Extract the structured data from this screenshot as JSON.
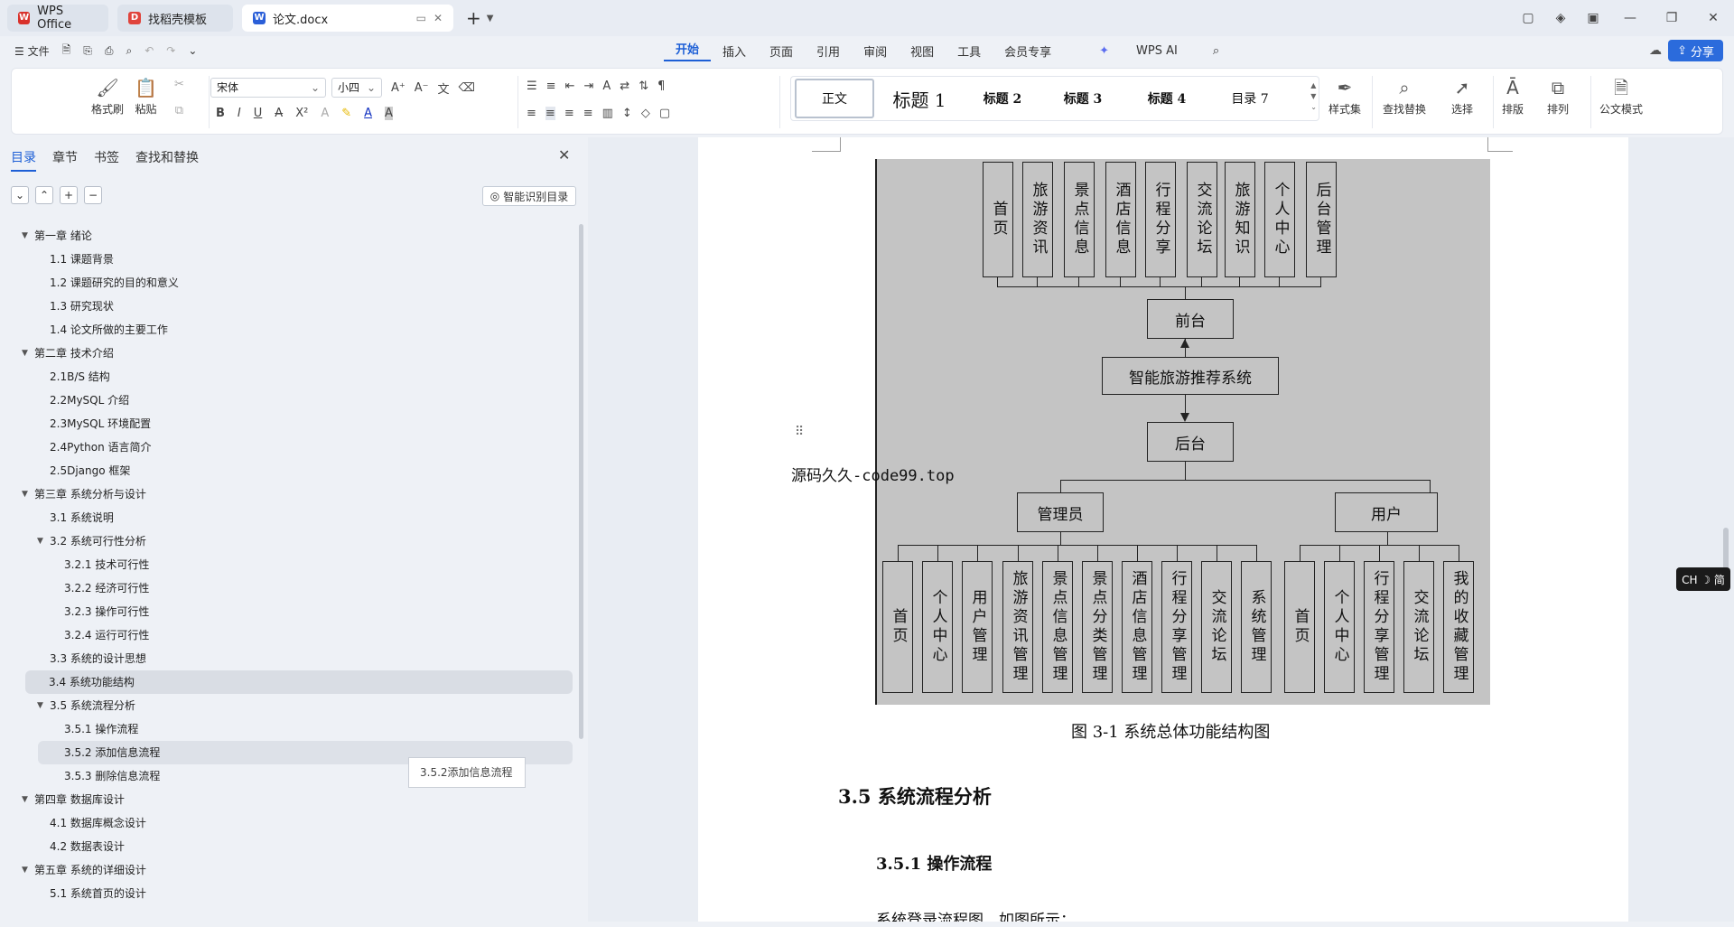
{
  "tabs": [
    {
      "label": "WPS Office",
      "icon": "wps-logo-icon",
      "color": "#d9312b"
    },
    {
      "label": "找稻壳模板",
      "icon": "docer-logo-icon",
      "color": "#e0443c"
    },
    {
      "label": "论文.docx",
      "icon": "word-doc-icon",
      "color": "#2b5fd8"
    }
  ],
  "menubar": {
    "file_label": "文件",
    "items": [
      "开始",
      "插入",
      "页面",
      "引用",
      "审阅",
      "视图",
      "工具",
      "会员专享"
    ],
    "active": "开始",
    "wps_ai": "WPS AI",
    "share": "分享"
  },
  "ribbon": {
    "format_painter": "格式刷",
    "paste": "粘贴",
    "font_name": "宋体",
    "font_size": "小四",
    "styles": [
      "正文",
      "标题 1",
      "标题 2",
      "标题 3",
      "标题 4",
      "目录 7"
    ],
    "style_set": "样式集",
    "find_replace": "查找替换",
    "select": "选择",
    "layout": "排版",
    "arrange": "排列",
    "official_mode": "公文模式"
  },
  "nav": {
    "tabs": [
      "目录",
      "章节",
      "书签",
      "查找和替换"
    ],
    "active_tab": "目录",
    "smart_toc": "智能识别目录",
    "toc": [
      {
        "level": 1,
        "text": "第一章  绪论",
        "expanded": true
      },
      {
        "level": 2,
        "text": "1.1 课题背景"
      },
      {
        "level": 2,
        "text": "1.2 课题研究的目的和意义"
      },
      {
        "level": 2,
        "text": "1.3  研究现状"
      },
      {
        "level": 2,
        "text": "1.4 论文所做的主要工作"
      },
      {
        "level": 1,
        "text": "第二章  技术介绍",
        "expanded": true
      },
      {
        "level": 2,
        "text": "2.1B/S 结构"
      },
      {
        "level": 2,
        "text": "2.2MySQL  介绍"
      },
      {
        "level": 2,
        "text": "2.3MySQL 环境配置"
      },
      {
        "level": 2,
        "text": "2.4Python 语言简介"
      },
      {
        "level": 2,
        "text": "2.5Django 框架"
      },
      {
        "level": 1,
        "text": "第三章  系统分析与设计",
        "expanded": true
      },
      {
        "level": 2,
        "text": "3.1 系统说明"
      },
      {
        "level": 2,
        "text": "3.2 系统可行性分析",
        "expanded": true
      },
      {
        "level": 3,
        "text": "3.2.1  技术可行性"
      },
      {
        "level": 3,
        "text": "3.2.2  经济可行性"
      },
      {
        "level": 3,
        "text": "3.2.3  操作可行性"
      },
      {
        "level": 3,
        "text": "3.2.4  运行可行性"
      },
      {
        "level": 2,
        "text": "3.3 系统的设计思想"
      },
      {
        "level": 2,
        "text": "3.4 系统功能结构",
        "current": true
      },
      {
        "level": 2,
        "text": "3.5 系统流程分析",
        "expanded": true
      },
      {
        "level": 3,
        "text": "3.5.1 操作流程"
      },
      {
        "level": 3,
        "text": "3.5.2 添加信息流程",
        "hover": true
      },
      {
        "level": 3,
        "text": "3.5.3 删除信息流程"
      },
      {
        "level": 1,
        "text": "第四章  数据库设计",
        "expanded": true
      },
      {
        "level": 2,
        "text": "4.1 数据库概念设计"
      },
      {
        "level": 2,
        "text": "4.2 数据表设计"
      },
      {
        "level": 1,
        "text": "第五章  系统的详细设计",
        "expanded": true
      },
      {
        "level": 2,
        "text": "5.1 系统首页的设计"
      }
    ],
    "tooltip": "3.5.2添加信息流程"
  },
  "diagram": {
    "top_row": [
      "首页",
      "旅游资讯",
      "景点信息",
      "酒店信息",
      "行程分享",
      "交流论坛",
      "旅游知识",
      "个人中心",
      "后台管理"
    ],
    "front": "前台",
    "system": "智能旅游推荐系统",
    "back": "后台",
    "admin": "管理员",
    "user": "用户",
    "admin_row": [
      "首页",
      "个人中心",
      "用户管理",
      "旅游资讯管理",
      "景点信息管理",
      "景点分类管理",
      "酒店信息管理",
      "行程分享管理",
      "交流论坛",
      "系统管理"
    ],
    "user_row": [
      "首页",
      "个人中心",
      "行程分享管理",
      "交流论坛",
      "我的收藏管理"
    ]
  },
  "doc": {
    "watermark": "源码久久-code99.top",
    "caption": "图 3-1 系统总体功能结构图",
    "heading2": "3.5 系统流程分析",
    "heading3": "3.5.1 操作流程",
    "para": "系统登录流程图，如图所示："
  },
  "ime": "CH ☽ 简"
}
